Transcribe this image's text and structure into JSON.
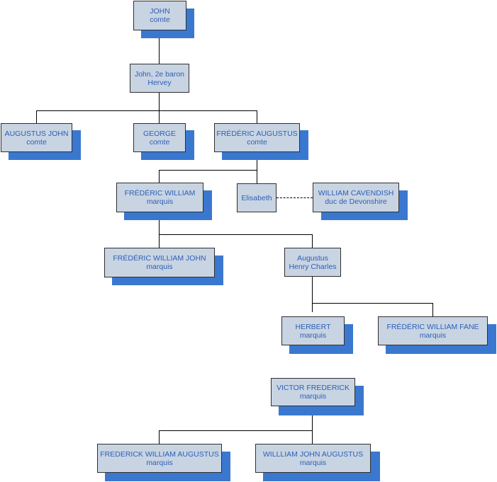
{
  "colors": {
    "node_fill": "#c8d4e2",
    "node_text": "#2c5fb8",
    "node_shadow": "#3a78d0",
    "connector": "#000000"
  },
  "tree": {
    "john": {
      "name": "JOHN",
      "title": "comte"
    },
    "john_2e_baron": {
      "name": "John, 2e baron",
      "title": "Hervey"
    },
    "augustus_john": {
      "name": "AUGUSTUS JOHN",
      "title": "comte"
    },
    "george": {
      "name": "GEORGE",
      "title": "comte"
    },
    "frederic_augustus": {
      "name": "FRÉDÉRIC AUGUSTUS",
      "title": "comte"
    },
    "frederic_william": {
      "name": "FRÉDÉRIC WILLIAM",
      "title": "marquis"
    },
    "elisabeth": {
      "name": "Elisabeth"
    },
    "william_cavendish": {
      "name": "WILLIAM CAVENDISH",
      "title": "duc de Devonshire"
    },
    "frederic_william_john": {
      "name": "FRÉDÉRIC WILLIAM JOHN",
      "title": "marquis"
    },
    "augustus_henry_charles": {
      "name": "Augustus",
      "title": "Henry Charles"
    },
    "herbert": {
      "name": "HERBERT",
      "title": "marquis"
    },
    "frederic_william_fane": {
      "name": "FRÉDÉRIC WILLIAM FANE",
      "title": "marquis"
    },
    "victor_frederick": {
      "name": "VICTOR FREDERICK",
      "title": "marquis"
    },
    "frederick_william_augustus": {
      "name": "FREDERICK WILLIAM AUGUSTUS",
      "title": "marquis"
    },
    "william_john_augustus": {
      "name": "WILLLIAM JOHN AUGUSTUS",
      "title": "marquis"
    }
  }
}
